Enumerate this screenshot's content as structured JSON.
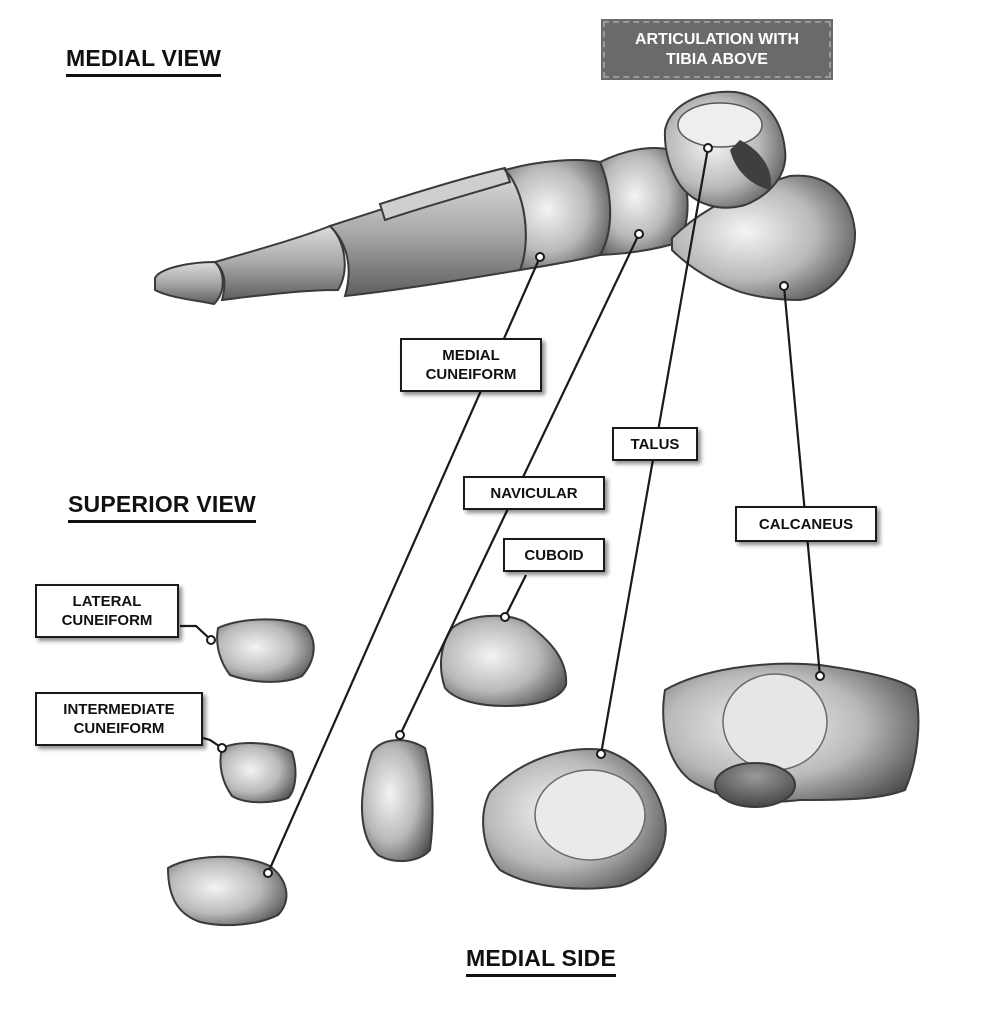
{
  "headings": {
    "medial_view": "MEDIAL VIEW",
    "superior_view": "SUPERIOR VIEW",
    "medial_side": "MEDIAL SIDE"
  },
  "callout": {
    "articulation": "ARTICULATION WITH\nTIBIA ABOVE"
  },
  "labels": {
    "medial_cuneiform": "MEDIAL\nCUNEIFORM",
    "navicular": "NAVICULAR",
    "talus": "TALUS",
    "calcaneus": "CALCANEUS",
    "cuboid": "CUBOID",
    "lateral_cuneiform": "LATERAL\nCUNEIFORM",
    "intermediate_cuneiform": "INTERMEDIATE\nCUNEIFORM"
  },
  "colors": {
    "bone_light": "#e8e8e8",
    "bone_mid": "#a9a9a9",
    "bone_dark": "#4a4a4a",
    "callout_fill": "#6a6a6a",
    "line": "#1a1a1a"
  }
}
